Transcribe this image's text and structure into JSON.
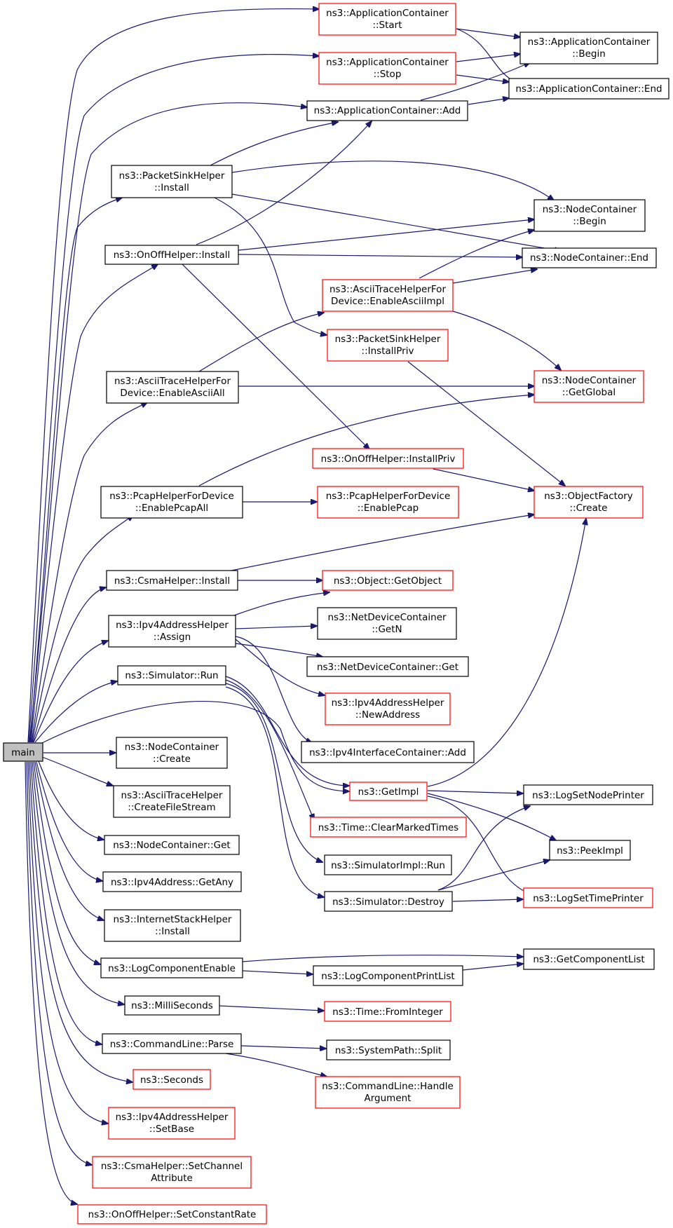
{
  "nodes": {
    "main": [
      "main"
    ],
    "appStart": [
      "ns3::ApplicationContainer",
      "::Start"
    ],
    "appStop": [
      "ns3::ApplicationContainer",
      "::Stop"
    ],
    "appAdd": [
      "ns3::ApplicationContainer::Add"
    ],
    "appBegin": [
      "ns3::ApplicationContainer",
      "::Begin"
    ],
    "appEnd": [
      "ns3::ApplicationContainer::End"
    ],
    "packetSinkInstall": [
      "ns3::PacketSinkHelper",
      "::Install"
    ],
    "onOffInstall": [
      "ns3::OnOffHelper::Install"
    ],
    "nodeBegin": [
      "ns3::NodeContainer",
      "::Begin"
    ],
    "nodeEnd": [
      "ns3::NodeContainer::End"
    ],
    "asciiEnableImpl": [
      "ns3::AsciiTraceHelperFor",
      "Device::EnableAsciiImpl"
    ],
    "packetSinkInstallPriv": [
      "ns3::PacketSinkHelper",
      "::InstallPriv"
    ],
    "asciiEnableAll": [
      "ns3::AsciiTraceHelperFor",
      "Device::EnableAsciiAll"
    ],
    "nodeGetGlobal": [
      "ns3::NodeContainer",
      "::GetGlobal"
    ],
    "onOffInstallPriv": [
      "ns3::OnOffHelper::InstallPriv"
    ],
    "pcapEnableAll": [
      "ns3::PcapHelperForDevice",
      "::EnablePcapAll"
    ],
    "pcapEnable": [
      "ns3::PcapHelperForDevice",
      "::EnablePcap"
    ],
    "objectFactoryCreate": [
      "ns3::ObjectFactory",
      "::Create"
    ],
    "csmaInstall": [
      "ns3::CsmaHelper::Install"
    ],
    "objectGetObject": [
      "ns3::Object::GetObject"
    ],
    "ipv4Assign": [
      "ns3::Ipv4AddressHelper",
      "::Assign"
    ],
    "netDevGetN": [
      "ns3::NetDeviceContainer",
      "::GetN"
    ],
    "netDevGet": [
      "ns3::NetDeviceContainer::Get"
    ],
    "simRun": [
      "ns3::Simulator::Run"
    ],
    "ipv4NewAddress": [
      "ns3::Ipv4AddressHelper",
      "::NewAddress"
    ],
    "ipv4IfAdd": [
      "ns3::Ipv4InterfaceContainer::Add"
    ],
    "nodeCreate": [
      "ns3::NodeContainer",
      "::Create"
    ],
    "getImpl": [
      "ns3::GetImpl"
    ],
    "logSetNodePrinter": [
      "ns3::LogSetNodePrinter"
    ],
    "asciiCreateFileStream": [
      "ns3::AsciiTraceHelper",
      "::CreateFileStream"
    ],
    "timeClearMarked": [
      "ns3::Time::ClearMarkedTimes"
    ],
    "peekImpl": [
      "ns3::PeekImpl"
    ],
    "nodeGet": [
      "ns3::NodeContainer::Get"
    ],
    "simImplRun": [
      "ns3::SimulatorImpl::Run"
    ],
    "ipv4GetAny": [
      "ns3::Ipv4Address::GetAny"
    ],
    "simDestroy": [
      "ns3::Simulator::Destroy"
    ],
    "logSetTimePrinter": [
      "ns3::LogSetTimePrinter"
    ],
    "internetStackInstall": [
      "ns3::InternetStackHelper",
      "::Install"
    ],
    "logComponentEnable": [
      "ns3::LogComponentEnable"
    ],
    "getComponentList": [
      "ns3::GetComponentList"
    ],
    "logComponentPrintList": [
      "ns3::LogComponentPrintList"
    ],
    "milliSeconds": [
      "ns3::MilliSeconds"
    ],
    "timeFromInteger": [
      "ns3::Time::FromInteger"
    ],
    "cmdParse": [
      "ns3::CommandLine::Parse"
    ],
    "systemPathSplit": [
      "ns3::SystemPath::Split"
    ],
    "seconds": [
      "ns3::Seconds"
    ],
    "cmdHandleArgument": [
      "ns3::CommandLine::Handle",
      "Argument"
    ],
    "ipv4SetBase": [
      "ns3::Ipv4AddressHelper",
      "::SetBase"
    ],
    "csmaSetChannelAttr": [
      "ns3::CsmaHelper::SetChannel",
      "Attribute"
    ],
    "onOffSetConstantRate": [
      "ns3::OnOffHelper::SetConstantRate"
    ]
  },
  "colors": {
    "edge": "#191970",
    "node_border": "#000000",
    "undocumented_border": "#ff0000",
    "focus_fill": "#bfbfbf"
  }
}
